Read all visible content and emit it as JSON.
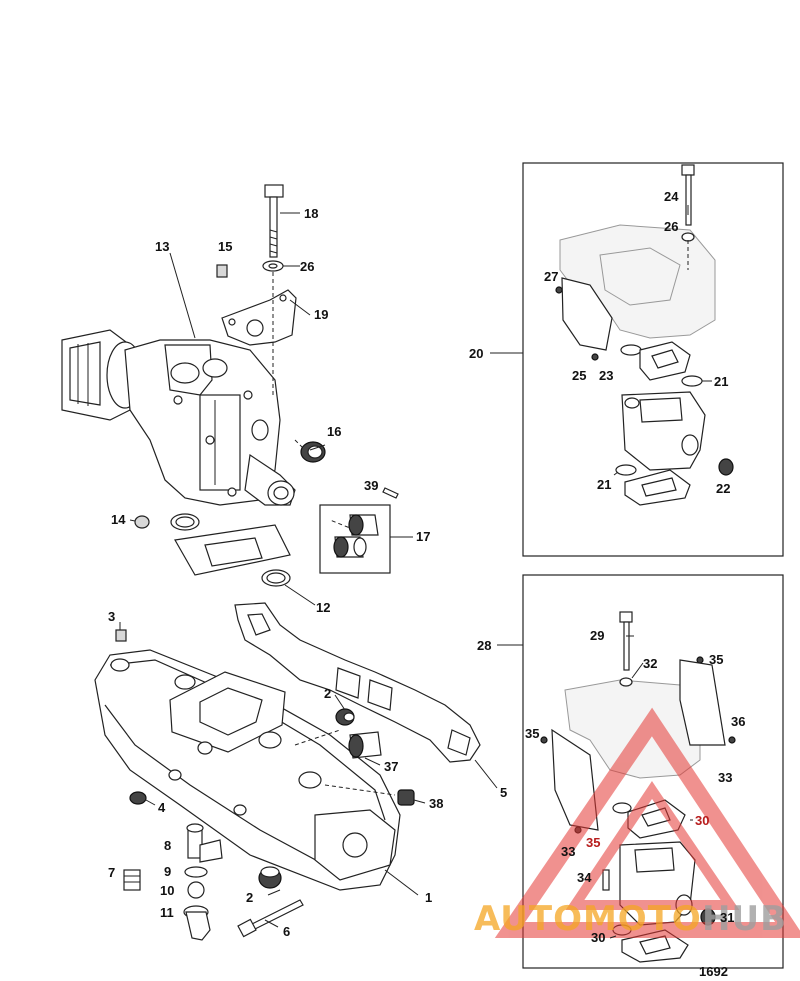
{
  "figure_number": "1692",
  "callouts": {
    "c1": "1",
    "c2a": "2",
    "c2b": "2",
    "c3": "3",
    "c4": "4",
    "c5": "5",
    "c6": "6",
    "c7": "7",
    "c8": "8",
    "c9": "9",
    "c10": "10",
    "c11": "11",
    "c12": "12",
    "c13": "13",
    "c14": "14",
    "c15": "15",
    "c16": "16",
    "c17": "17",
    "c18": "18",
    "c19": "19",
    "c20": "20",
    "c21a": "21",
    "c21b": "21",
    "c22": "22",
    "c23": "23",
    "c24": "24",
    "c25": "25",
    "c26a": "26",
    "c26b": "26",
    "c27": "27",
    "c28": "28",
    "c29": "29",
    "c30a": "30",
    "c30b": "30",
    "c31": "31",
    "c32": "32",
    "c33a": "33",
    "c33b": "33",
    "c34": "34",
    "c35a": "35",
    "c35b": "35",
    "c35c": "35",
    "c36": "36",
    "c37": "37",
    "c38": "38",
    "c39": "39"
  },
  "watermark": {
    "text_orange": "AUTOMOTO",
    "text_grey": "HUB",
    "color_orange": "#f5a623",
    "color_grey": "#9e9e9e",
    "color_triangle": "#e53935"
  },
  "colors": {
    "line": "#222222",
    "background": "#ffffff"
  }
}
